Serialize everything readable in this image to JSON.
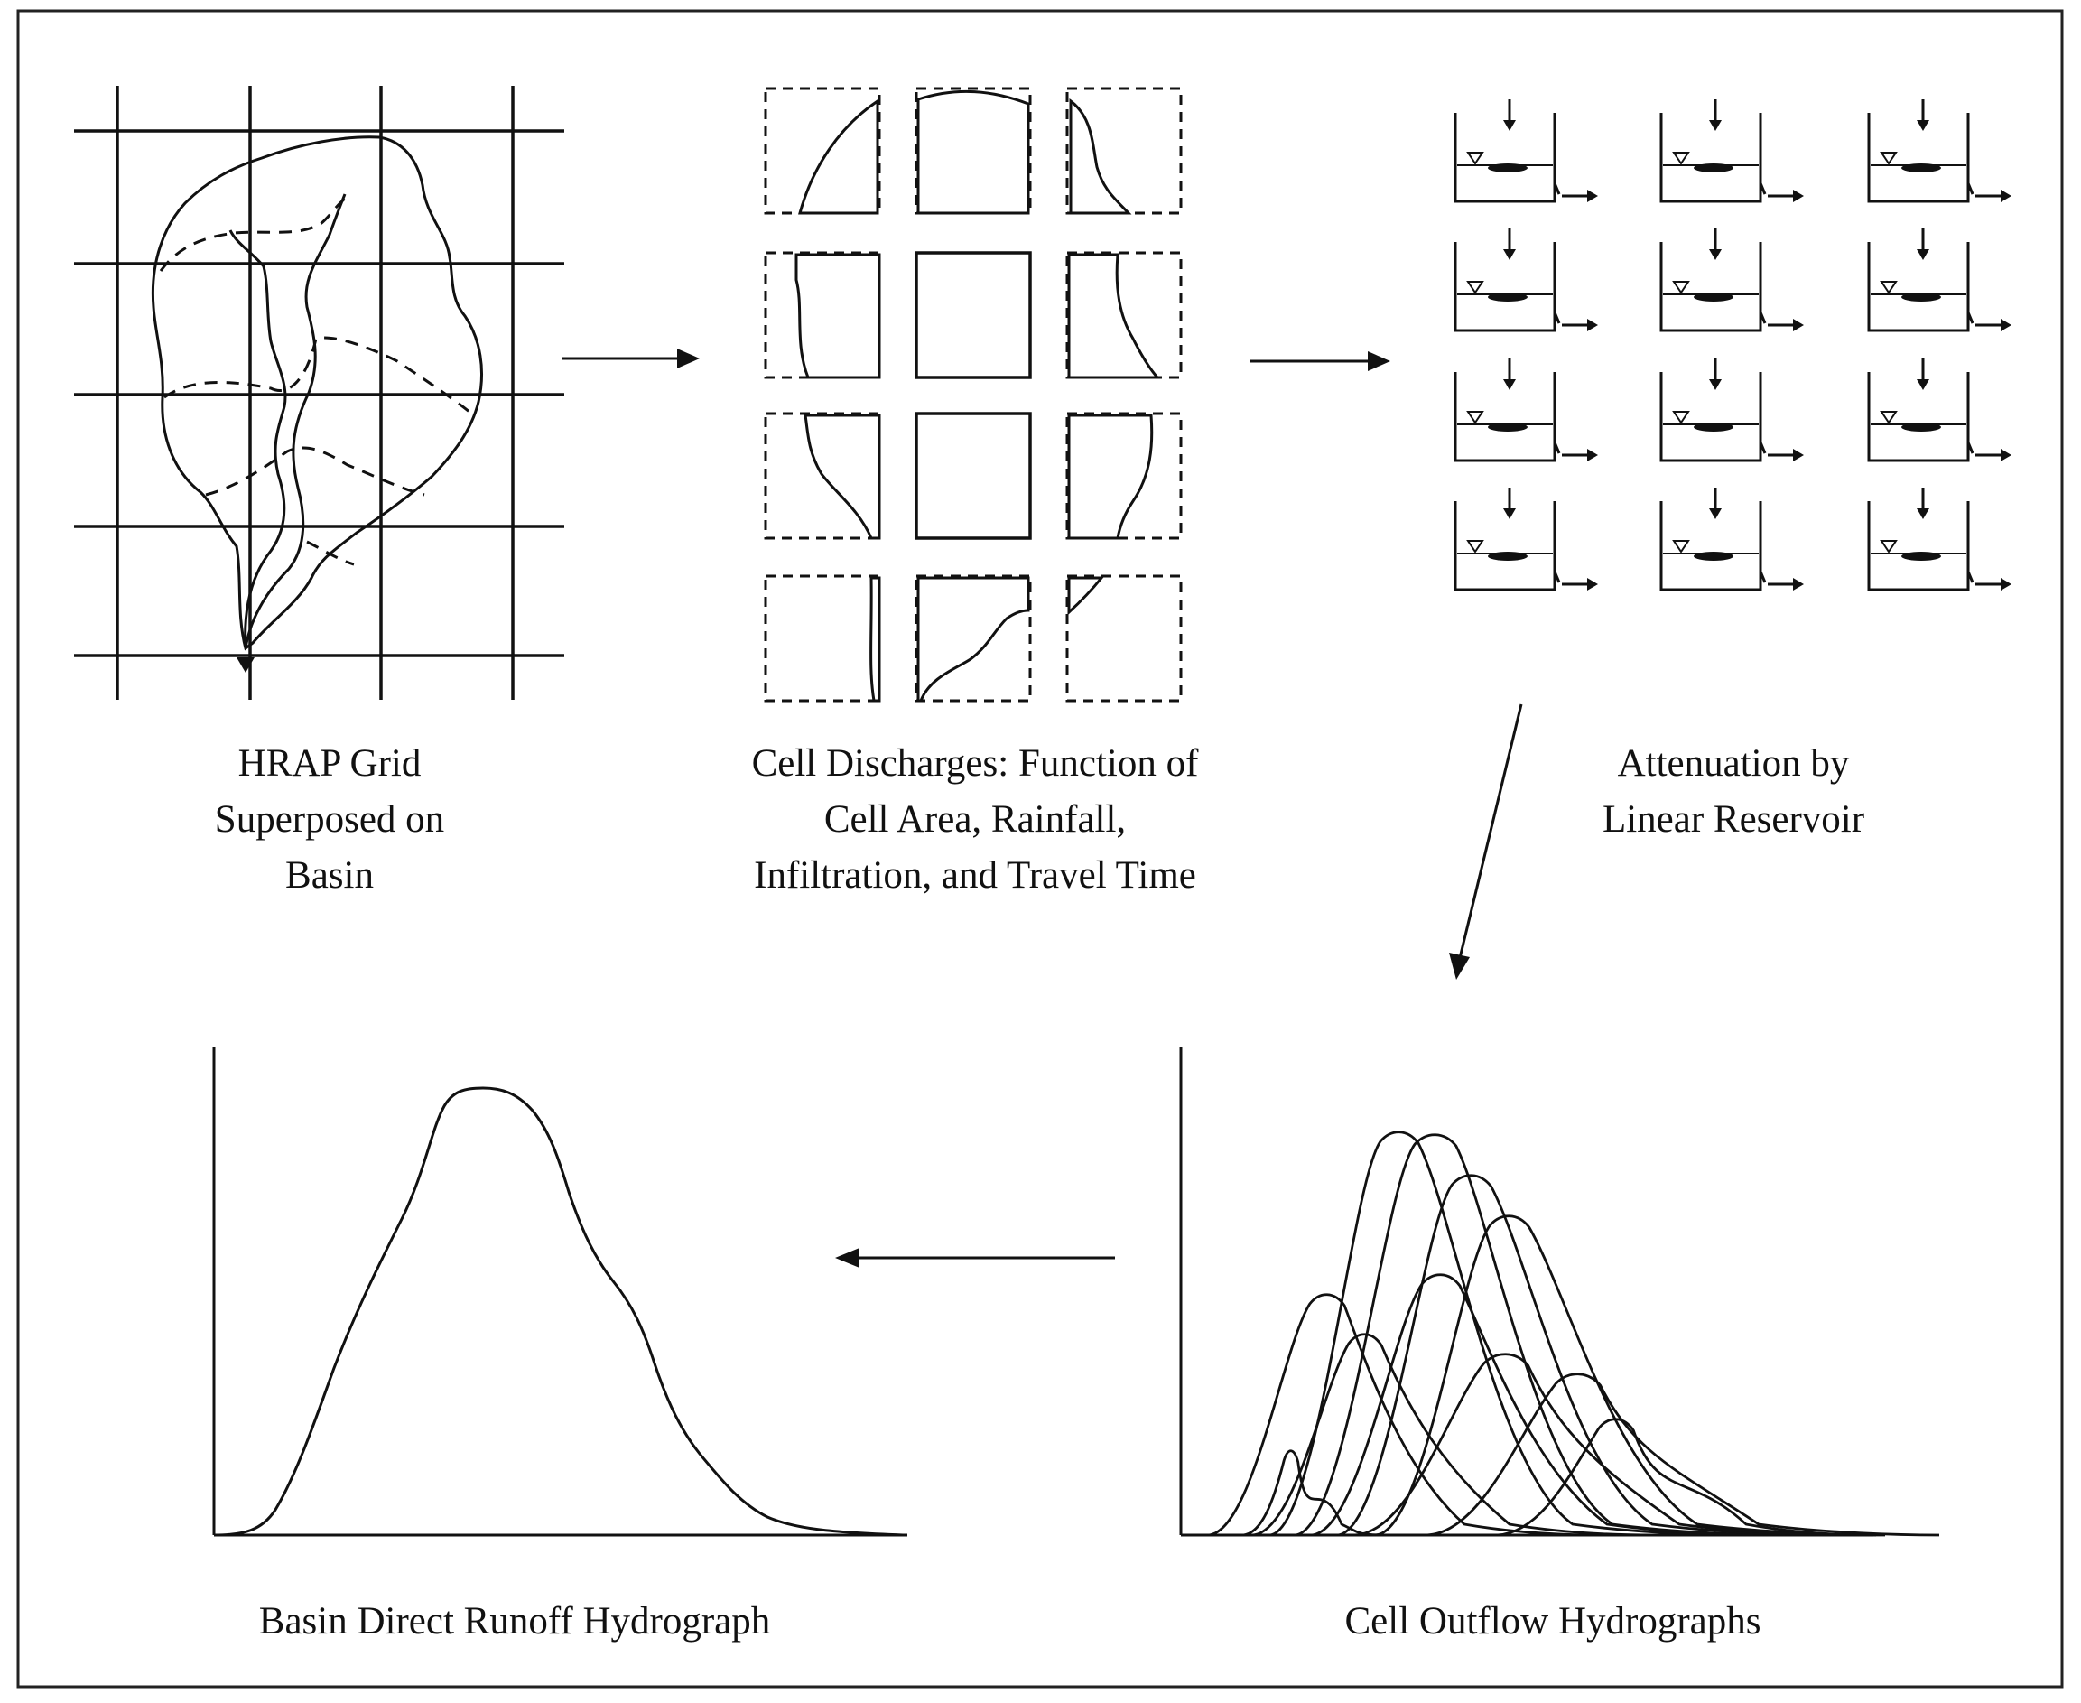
{
  "diagram": {
    "panels": {
      "hrap_grid": {
        "lines": [
          "HRAP Grid",
          "Superposed on",
          "Basin"
        ]
      },
      "cell_discharges": {
        "lines": [
          "Cell Discharges: Function of",
          "Cell Area, Rainfall,",
          "Infiltration, and Travel Time"
        ]
      },
      "attenuation": {
        "lines": [
          "Attenuation by",
          "Linear Reservoir"
        ]
      },
      "cell_outflow": {
        "lines": [
          "Cell Outflow Hydrographs"
        ]
      },
      "basin_runoff": {
        "lines": [
          "Basin Direct Runoff Hydrograph"
        ]
      }
    },
    "flow_order": [
      "hrap_grid",
      "cell_discharges",
      "attenuation",
      "cell_outflow",
      "basin_runoff"
    ],
    "reservoir_grid": {
      "rows": 4,
      "cols": 3
    },
    "cell_grid": {
      "rows": 4,
      "cols": 3
    },
    "colors": {
      "ink": "#111111",
      "paper": "#ffffff"
    }
  }
}
